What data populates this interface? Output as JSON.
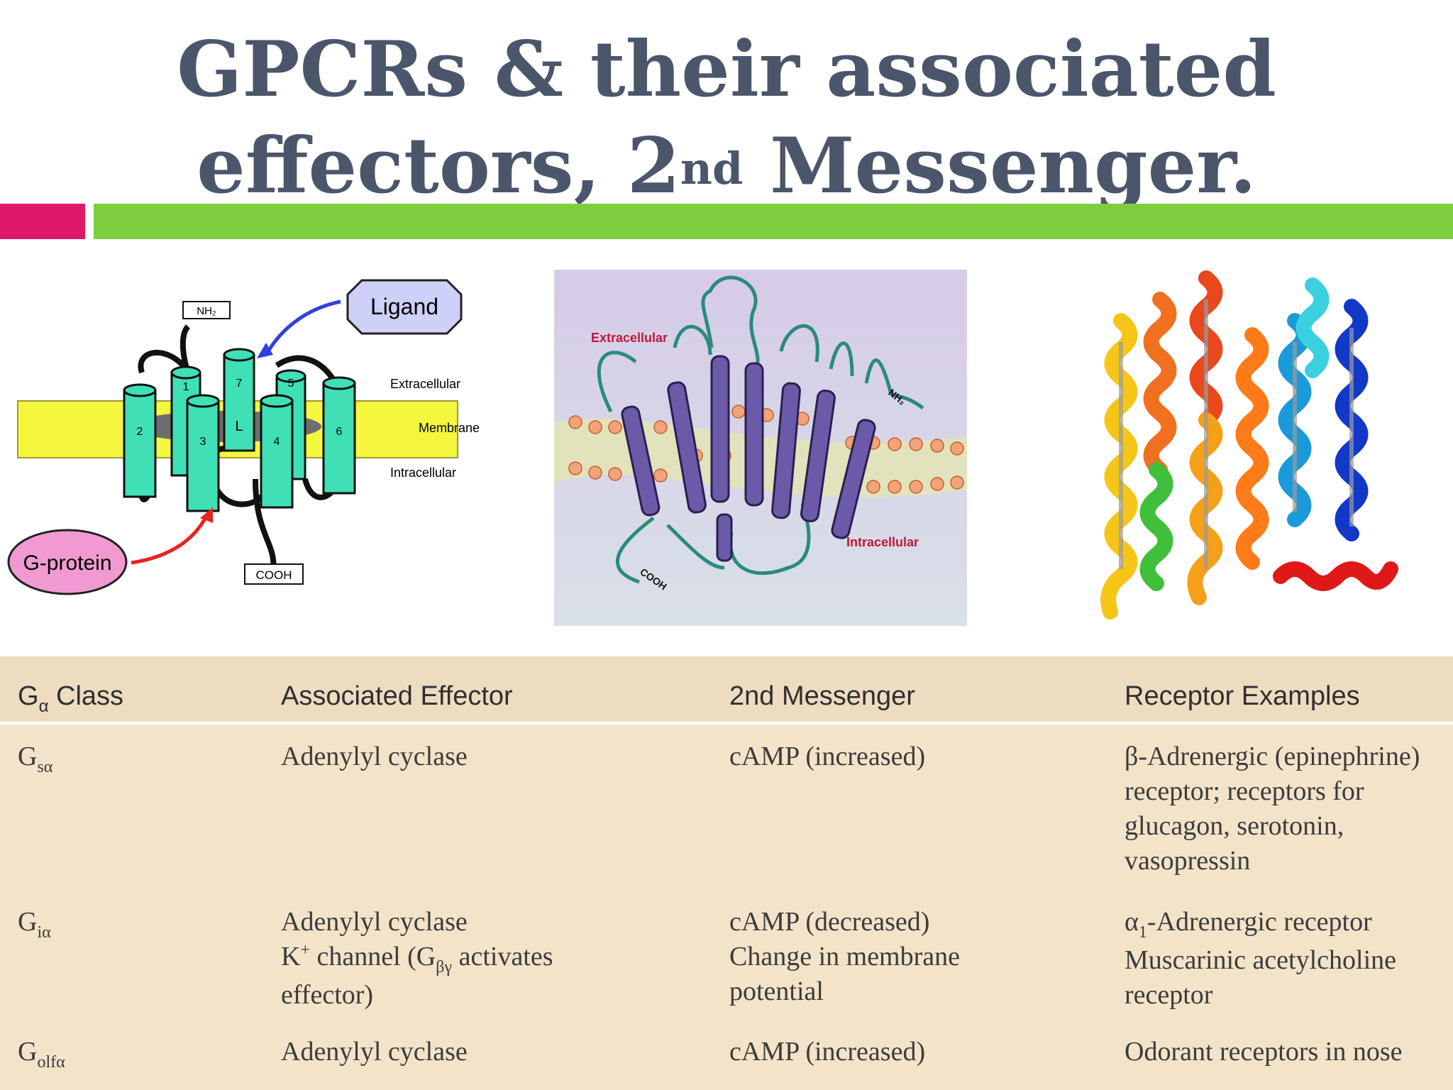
{
  "slide": {
    "title_line1": "GPCRs & their associated",
    "title_line2_pre": "effectors, 2",
    "title_line2_sup": "nd",
    "title_line2_post": " Messenger."
  },
  "colors": {
    "title": "#4b566b",
    "accent_pink": "#e0186b",
    "accent_green": "#7dcd3d",
    "table_bg": "#f3e3c8"
  },
  "figure1": {
    "ligand": "Ligand",
    "nh2": "NH₂",
    "extracellular": "Extracellular",
    "membrane": "Membrane",
    "intracellular": "Intracellular",
    "gprotein": "G-protein",
    "cooh": "COOH",
    "l": "L",
    "helix_numbers": [
      "1",
      "2",
      "3",
      "4",
      "5",
      "6",
      "7"
    ]
  },
  "figure2": {
    "extracellular": "Extracellular",
    "intracellular": "Intracellular",
    "nh2": "NH₂",
    "cooh": "COOH"
  },
  "table": {
    "header": {
      "class_main": "G",
      "class_sub": "α",
      "class_rest": " Class",
      "effector": "Associated Effector",
      "messenger": "2nd Messenger",
      "receptors": "Receptor Examples"
    },
    "rows": [
      {
        "class_main": "G",
        "class_sub": "sα",
        "effector_lines": [
          "Adenylyl cyclase"
        ],
        "messenger_lines": [
          "cAMP (increased)"
        ],
        "receptor_lines": [
          "β-Adrenergic (epinephrine)",
          "receptor; receptors for",
          "glucagon, serotonin,",
          "vasopressin"
        ]
      },
      {
        "class_main": "G",
        "class_sub": "iα",
        "effector_l1": "Adenylyl cyclase",
        "effector_l2_a": "K",
        "effector_l2_sup": "+",
        "effector_l2_b": " channel (G",
        "effector_l2_sub": "βγ",
        "effector_l2_c": " activates",
        "effector_l3": "effector)",
        "messenger_lines": [
          "cAMP (decreased)",
          "Change in membrane",
          "potential"
        ],
        "receptor_l1_a": "α",
        "receptor_l1_sub": "1",
        "receptor_l1_b": "-Adrenergic receptor",
        "receptor_l2": "Muscarinic acetylcholine",
        "receptor_l3": "receptor"
      },
      {
        "class_main": "G",
        "class_sub": "olfα",
        "effector_lines": [
          "Adenylyl cyclase"
        ],
        "messenger_lines": [
          "cAMP (increased)"
        ],
        "receptor_lines": [
          "Odorant receptors in nose"
        ]
      }
    ]
  }
}
